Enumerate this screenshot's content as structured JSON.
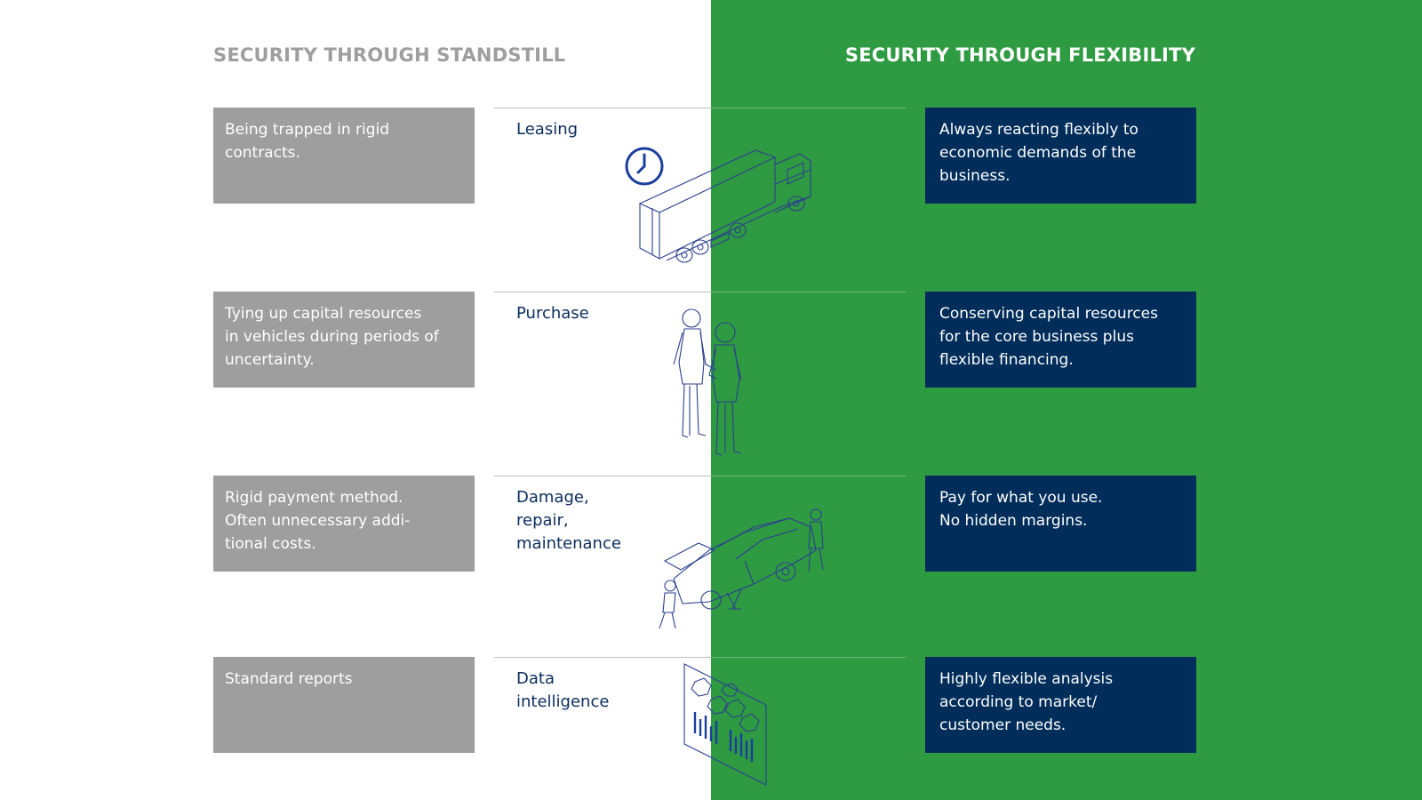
{
  "headings": {
    "left": "SECURITY THROUGH STANDSTILL",
    "right": "SECURITY THROUGH FLEXIBILITY"
  },
  "colors": {
    "green": "#2e9a42",
    "gray_box": "#9e9e9e",
    "navy_box": "#002d5a",
    "label_text": "#0a2c5c",
    "illustration_line": "#2b3f8f"
  },
  "rows": [
    {
      "category": [
        "Leasing"
      ],
      "standstill": [
        "Being trapped in rigid",
        "contracts."
      ],
      "flexibility": [
        "Always reacting flexibly to",
        "economic demands of the",
        "business."
      ],
      "illustration": "truck-with-clock-icon"
    },
    {
      "category": [
        "Purchase"
      ],
      "standstill": [
        "Tying up capital resources",
        "in vehicles during periods of",
        "uncertainty."
      ],
      "flexibility": [
        "Conserving capital resources",
        "for the core business plus",
        "flexible financing."
      ],
      "illustration": "handshake-people-icon"
    },
    {
      "category": [
        "Damage,",
        "repair,",
        "maintenance"
      ],
      "standstill": [
        "Rigid payment method.",
        "Often unnecessary addi-",
        "tional costs."
      ],
      "flexibility": [
        "Pay for what you use.",
        "No hidden margins."
      ],
      "illustration": "car-repair-mechanics-icon"
    },
    {
      "category": [
        "Data",
        "intelligence"
      ],
      "standstill": [
        "Standard reports"
      ],
      "flexibility": [
        "Highly flexible analysis",
        "according to market/",
        "customer needs."
      ],
      "illustration": "data-dashboard-panel-icon"
    }
  ]
}
